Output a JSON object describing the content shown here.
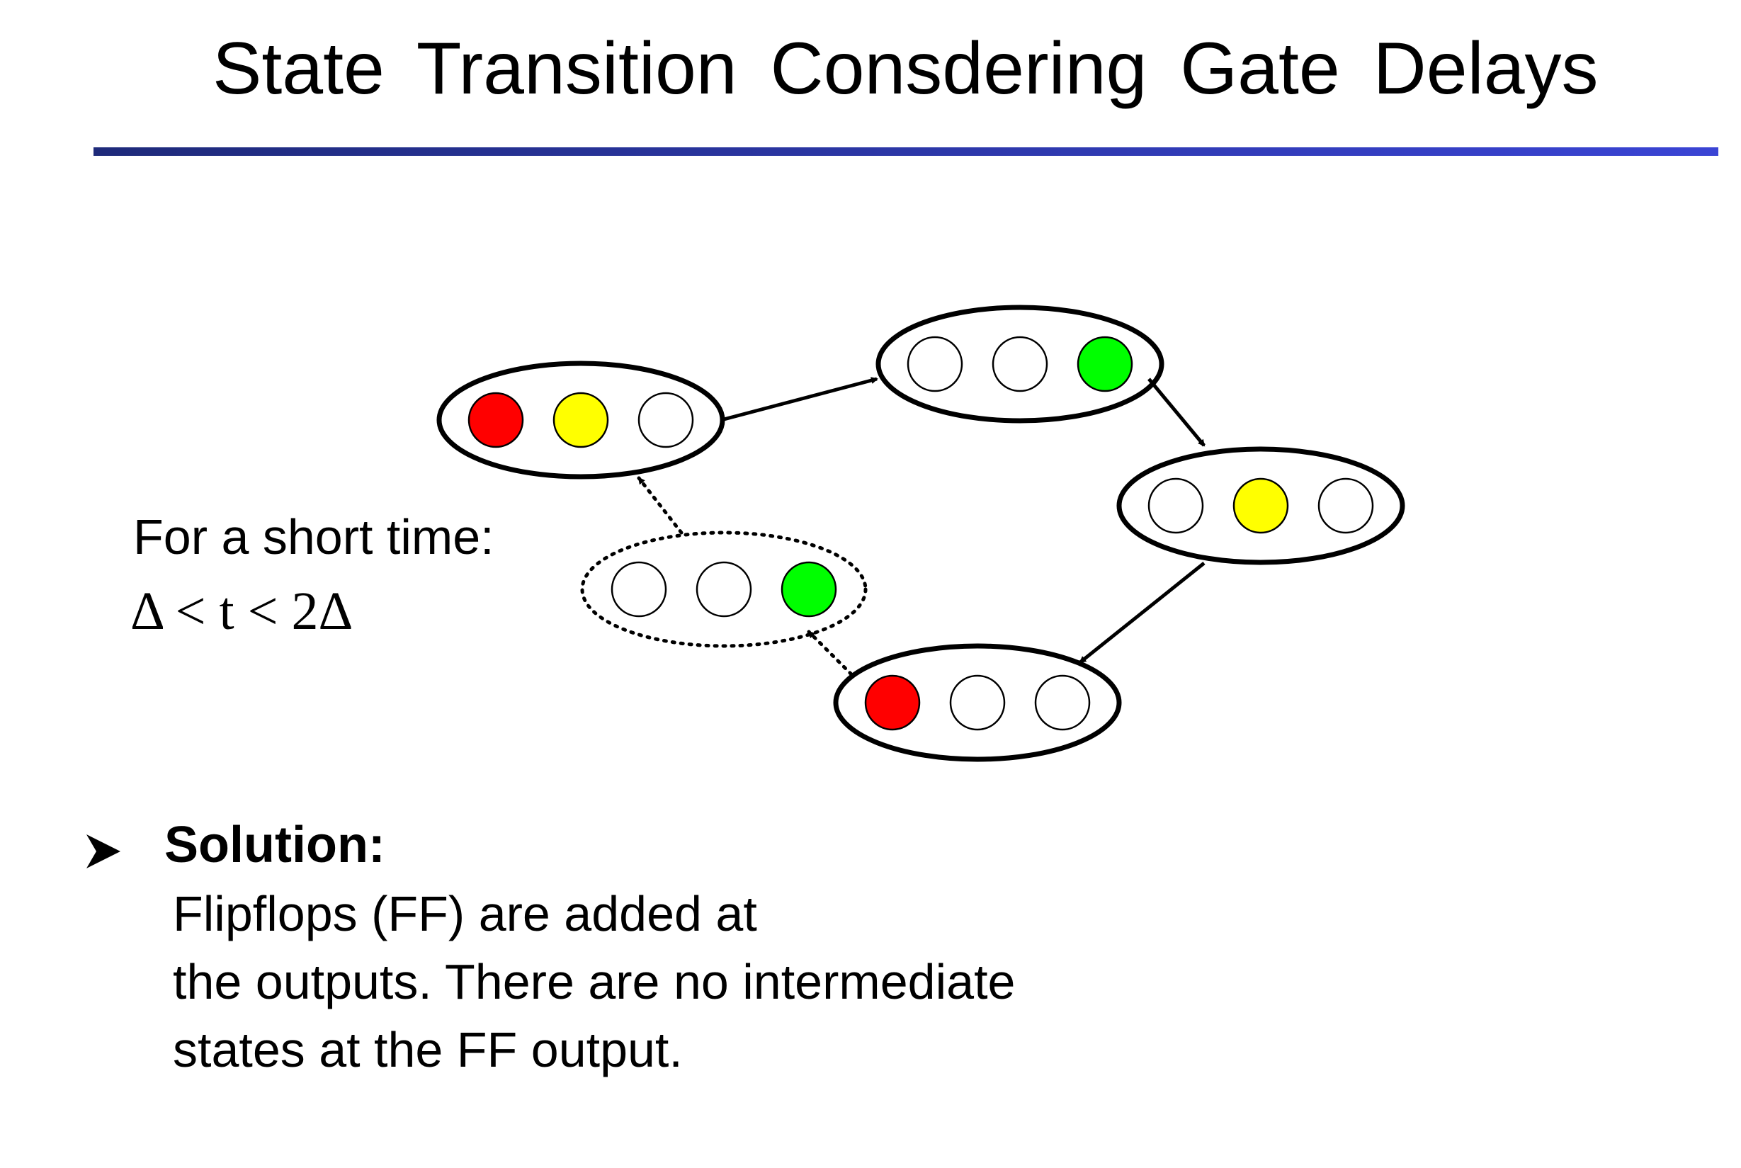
{
  "title": "State Transition Consdering Gate Delays",
  "note": {
    "line1": "For a short time:",
    "line2": "Δ < t < 2Δ"
  },
  "solution": {
    "bullet_icon": "arrow-bullet-icon",
    "heading": "Solution:",
    "lines": [
      "Flipflops (FF) are added at",
      "the outputs. There are no intermediate",
      "states at the FF output."
    ]
  },
  "colors": {
    "title_rule": "#3a44d4",
    "red": "#ff0000",
    "yellow": "#ffff00",
    "green": "#00ff00",
    "off": "#ffffff"
  },
  "states": [
    {
      "name": "red-yellow",
      "lamps": [
        "red",
        "yellow",
        "off"
      ],
      "style": "solid"
    },
    {
      "name": "green",
      "lamps": [
        "off",
        "off",
        "green"
      ],
      "style": "solid"
    },
    {
      "name": "yellow",
      "lamps": [
        "off",
        "yellow",
        "off"
      ],
      "style": "solid"
    },
    {
      "name": "red",
      "lamps": [
        "red",
        "off",
        "off"
      ],
      "style": "solid"
    },
    {
      "name": "intermediate-green",
      "lamps": [
        "off",
        "off",
        "green"
      ],
      "style": "dotted"
    }
  ]
}
